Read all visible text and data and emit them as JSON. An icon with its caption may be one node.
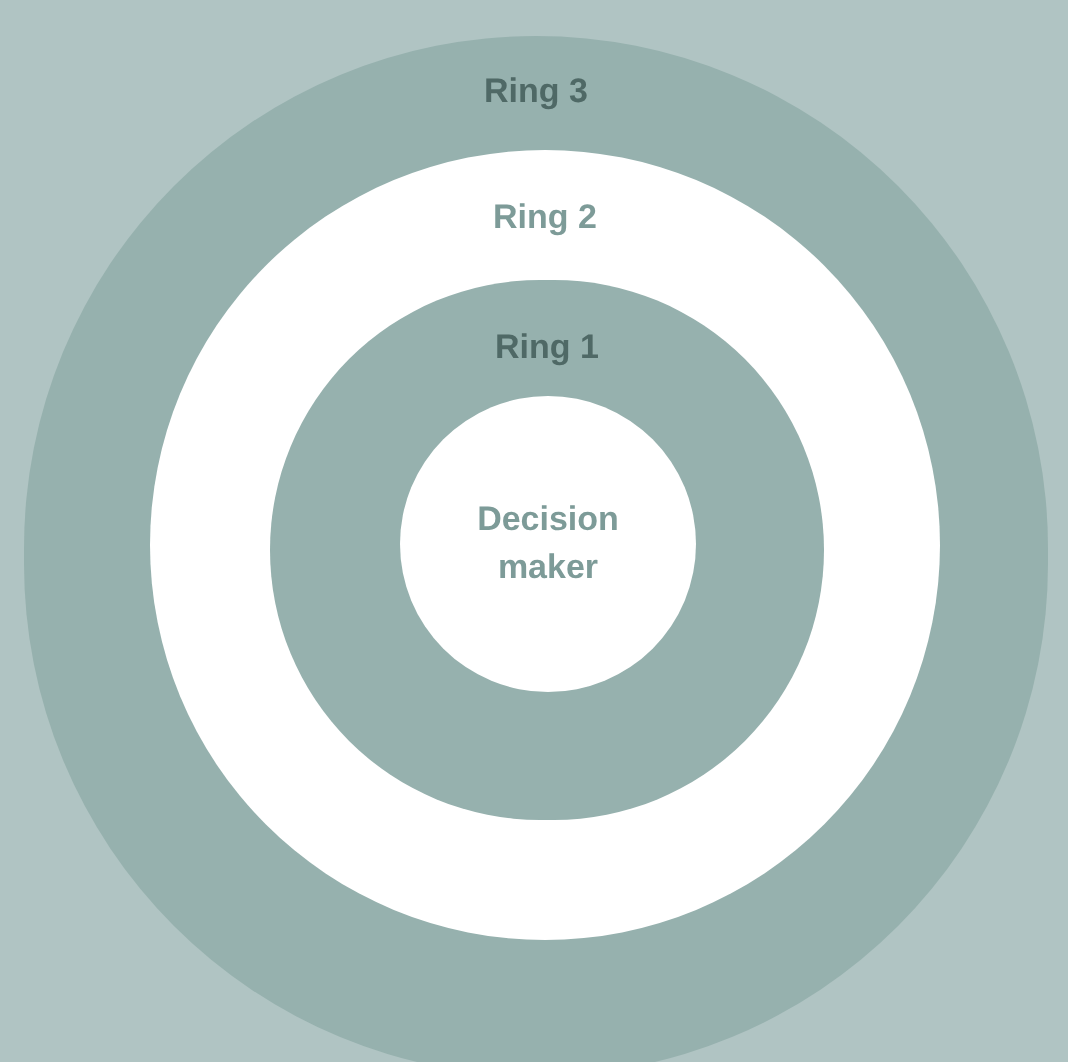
{
  "diagram": {
    "nodes": [
      {
        "text": [
          "Ring 3"
        ]
      },
      {
        "text": [
          "Ring 2"
        ],
        "in": 0
      },
      {
        "text": [
          "Ring 1"
        ],
        "in": 1
      },
      {
        "text": [
          "Decision maker"
        ],
        "in": 2
      }
    ]
  }
}
